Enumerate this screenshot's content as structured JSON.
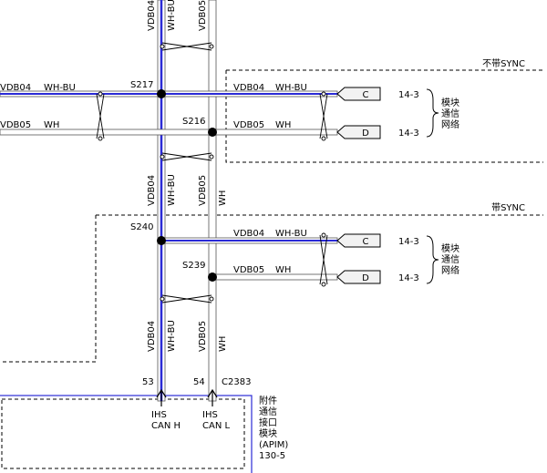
{
  "colors": {
    "wire_wh_bu": "#2b2bd6",
    "wire_outline": "#555555",
    "module_border": "#2b2bd6",
    "splice": "#000000",
    "background": "#ffffff"
  },
  "wires": {
    "vdb04": "VDB04",
    "vdb05": "VDB05",
    "wh_bu": "WH-BU",
    "wh": "WH"
  },
  "splices": {
    "s217": "S217",
    "s216": "S216",
    "s240": "S240",
    "s239": "S239"
  },
  "regions": {
    "no_sync": {
      "title": "不带SYNC",
      "connector_c": "C",
      "connector_d": "D",
      "pin_c": "14-3",
      "pin_d": "14-3",
      "network": [
        "模块",
        "通信",
        "网络"
      ]
    },
    "with_sync": {
      "title": "带SYNC",
      "connector_c": "C",
      "connector_d": "D",
      "pin_c": "14-3",
      "pin_d": "14-3",
      "network": [
        "模块",
        "通信",
        "网络"
      ]
    }
  },
  "module": {
    "pin_53": "53",
    "pin_54": "54",
    "connector": "C2383",
    "can_h": [
      "IHS",
      "CAN H"
    ],
    "can_l": [
      "IHS",
      "CAN L"
    ],
    "name_lines": [
      "附件",
      "通信",
      "接口",
      "模块",
      "(APIM)",
      "130-5"
    ]
  }
}
